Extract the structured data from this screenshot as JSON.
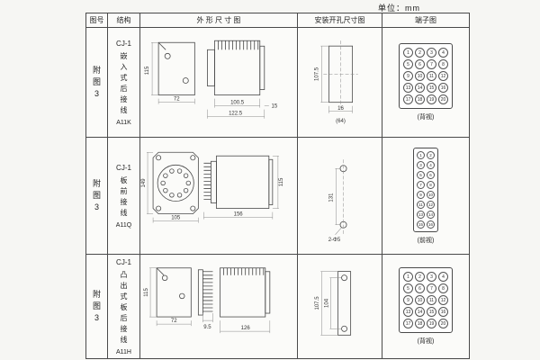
{
  "unit_label": "单位：mm",
  "headers": {
    "fig": "图号",
    "structure": "结构",
    "outline": "外 形 尺 寸 图",
    "mounting": "安装开孔尺寸图",
    "terminal": "端子图"
  },
  "rows": [
    {
      "fig": "附图3",
      "series": "CJ-1",
      "structure": "嵌入式后接线",
      "model": "A11K",
      "dims": {
        "front_h": "115",
        "front_w": "72",
        "body_d": "100.5",
        "total_d": "122.5",
        "flange": "15"
      },
      "mount": {
        "cutout_h": "107.5",
        "cutout_w": "16",
        "spacing_note": "(64)"
      },
      "terminal": {
        "caption": "(背视)",
        "numbers": [
          1,
          2,
          3,
          4,
          5,
          6,
          7,
          8,
          9,
          10,
          11,
          12,
          13,
          14,
          15,
          16,
          17,
          18,
          19,
          20
        ]
      }
    },
    {
      "fig": "附图3",
      "series": "CJ-1",
      "structure": "板前接线",
      "model": "A11Q",
      "dims": {
        "front_h": "149",
        "front_w": "105",
        "body_d": "156",
        "side_h": "115"
      },
      "mount": {
        "hole_spacing": "131",
        "hole_label": "2-Φ5"
      },
      "terminal": {
        "caption": "(前视)",
        "numbers": [
          1,
          2,
          3,
          4,
          5,
          6,
          7,
          8,
          9,
          10,
          11,
          12,
          13,
          14,
          15,
          16
        ]
      }
    },
    {
      "fig": "附图3",
      "series": "CJ-1",
      "structure": "凸出式板后接线",
      "model": "A11H",
      "dims": {
        "front_h": "115",
        "front_w": "72",
        "pin_d": "9.5",
        "body_d": "126"
      },
      "mount": {
        "overall_h": "107.5",
        "hole_spacing": "104"
      },
      "terminal": {
        "caption": "(背视)",
        "numbers": [
          1,
          2,
          3,
          4,
          5,
          6,
          7,
          8,
          9,
          10,
          11,
          12,
          13,
          14,
          15,
          16,
          17,
          18,
          19,
          20
        ]
      }
    }
  ]
}
